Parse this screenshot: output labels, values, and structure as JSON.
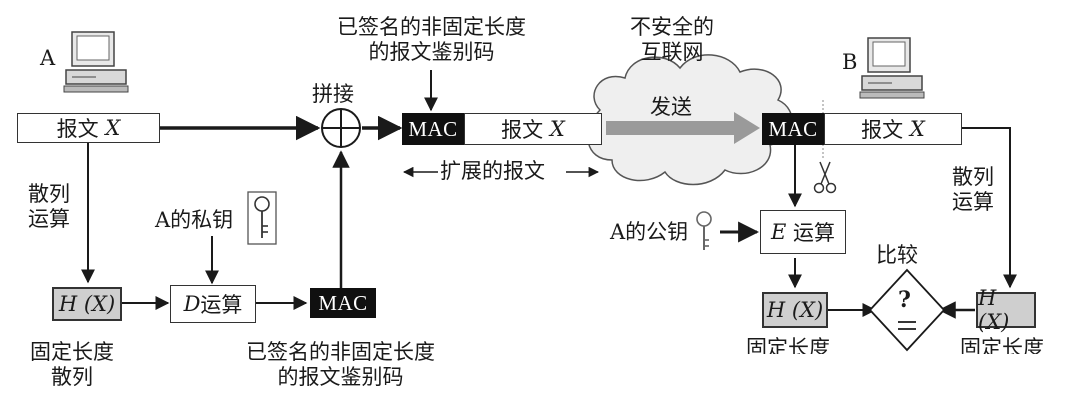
{
  "host_a": {
    "label": "A"
  },
  "host_b": {
    "label": "B"
  },
  "message_label": "报文",
  "message_var": "X",
  "hash_label": "散列\n运算",
  "private_key_label": "A的私钥",
  "d_op": {
    "var": "D",
    "text": "运算"
  },
  "hash_value_label": "H (X)",
  "fixed_length_hash_label": "固定长度\n散列",
  "fixed_length_label_cut": "固定长度",
  "mac_label": "MAC",
  "signed_mac_label_top": "已签名的非固定长度\n的报文鉴别码",
  "signed_mac_label_bottom": "已签名的非固定长度\n的报文鉴别码",
  "concat_label": "拼接",
  "extended_message_label": "扩展的报文",
  "internet_label": "不安全的\n互联网",
  "send_label": "发送",
  "public_key_label": "A的公钥",
  "e_op": {
    "var": "E",
    "text": "运算"
  },
  "compare_label": "比较",
  "compare_symbol": "?",
  "colors": {
    "line": "#1a1a1a",
    "mac_bg": "#101010",
    "grey_box": "#cfcfcf",
    "send_arrow": "#9a9a9a"
  }
}
